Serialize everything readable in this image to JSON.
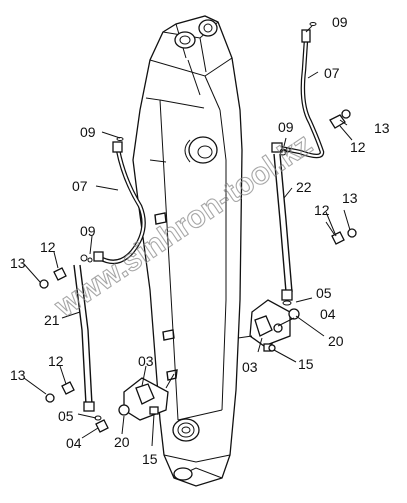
{
  "watermark": "www.sinhron-tool.kz",
  "labels": {
    "top_09": "09",
    "top_07": "07",
    "r_13": "13",
    "r_12": "12",
    "r_09": "09",
    "r_22": "22",
    "r_12b": "12",
    "r_13b": "13",
    "r_05": "05",
    "r_04": "04",
    "r_20": "20",
    "r_03": "03",
    "r_15": "15",
    "l_09": "09",
    "l_07": "07",
    "l_09b": "09",
    "l_12": "12",
    "l_13": "13",
    "l_21": "21",
    "l_12b": "12",
    "l_13b": "13",
    "l_05": "05",
    "l_04": "04",
    "l_20": "20",
    "l_03": "03",
    "l_15": "15"
  }
}
